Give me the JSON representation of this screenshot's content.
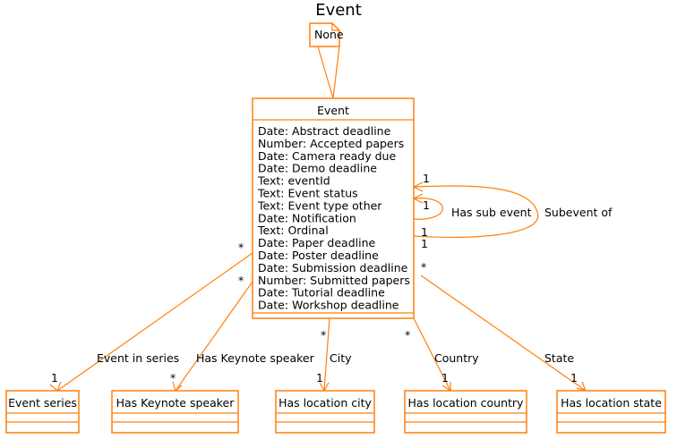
{
  "title": "Event",
  "note": "None",
  "main_class": {
    "name": "Event",
    "attributes": [
      "Date: Abstract deadline",
      "Number: Accepted papers",
      "Date: Camera ready due",
      "Date: Demo deadline",
      "Text: eventId",
      "Text: Event status",
      "Text: Event type other",
      "Date: Notification",
      "Text: Ordinal",
      "Date: Paper deadline",
      "Date: Poster deadline",
      "Date: Submission deadline",
      "Number: Submitted papers",
      "Date: Tutorial deadline",
      "Date: Workshop deadline"
    ]
  },
  "targets": [
    {
      "name": "Event series",
      "relation": "Event in series",
      "src_mult": "*",
      "dst_mult": "1"
    },
    {
      "name": "Has Keynote speaker",
      "relation": "Has Keynote speaker",
      "src_mult": "*",
      "dst_mult": "*"
    },
    {
      "name": "Has location city",
      "relation": "City",
      "src_mult": "*",
      "dst_mult": "1"
    },
    {
      "name": "Has location country",
      "relation": "Country",
      "src_mult": "*",
      "dst_mult": "1"
    },
    {
      "name": "Has location state",
      "relation": "State",
      "src_mult": "*",
      "dst_mult": "1"
    }
  ],
  "self_links": [
    {
      "label": "Has sub event",
      "mult_a": "1",
      "mult_b": "1"
    },
    {
      "label": "Subevent of",
      "mult_a": "1",
      "mult_b": "1"
    }
  ],
  "colors": {
    "stroke": "#ff7f0e",
    "background": "#ffffff",
    "text": "#000000"
  }
}
